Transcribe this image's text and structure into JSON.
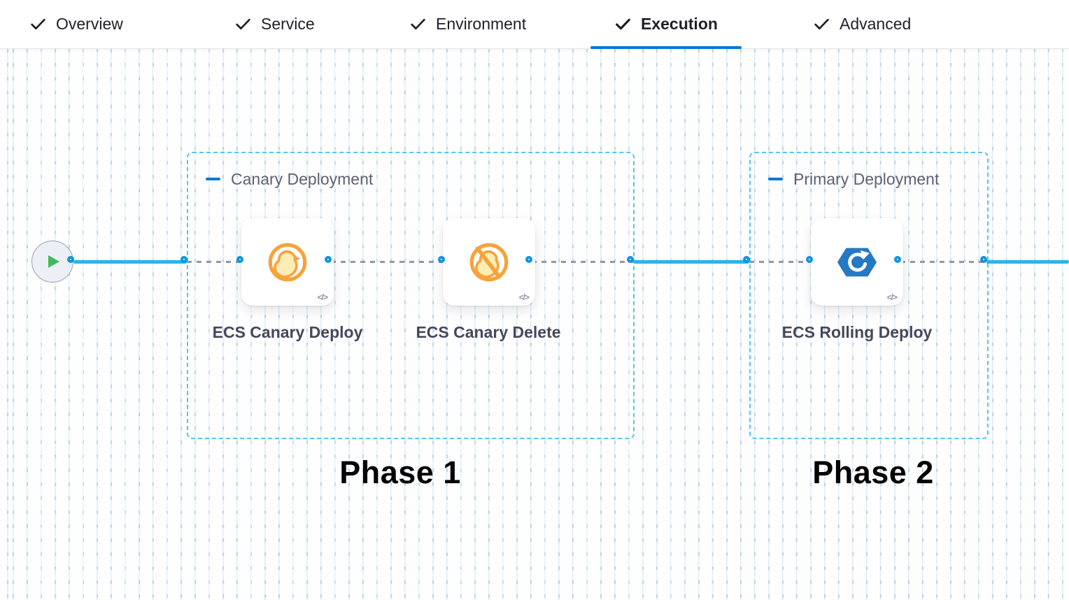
{
  "tabs": {
    "items": [
      {
        "label": "Overview",
        "checked": true,
        "active": false
      },
      {
        "label": "Service",
        "checked": true,
        "active": false
      },
      {
        "label": "Environment",
        "checked": true,
        "active": false
      },
      {
        "label": "Execution",
        "checked": true,
        "active": true
      },
      {
        "label": "Advanced",
        "checked": true,
        "active": false
      }
    ]
  },
  "pipeline": {
    "start_node": {
      "icon": "play-icon"
    },
    "groups": [
      {
        "label": "Canary Deployment",
        "phase_label": "Phase 1",
        "steps": [
          {
            "label": "ECS Canary Deploy",
            "icon": "ecs-canary-deploy-icon"
          },
          {
            "label": "ECS Canary Delete",
            "icon": "ecs-canary-delete-icon"
          }
        ]
      },
      {
        "label": "Primary Deployment",
        "phase_label": "Phase 2",
        "steps": [
          {
            "label": "ECS Rolling Deploy",
            "icon": "ecs-rolling-deploy-icon"
          }
        ]
      }
    ]
  },
  "ui": {
    "code_badge": "</>"
  },
  "colors": {
    "accent_blue": "#0278d5",
    "connector_blue": "#29b5ec",
    "connector_dash_gray": "#9297a9",
    "group_border_cyan": "#4fc6f0",
    "port_ring_blue": "#0f95e0",
    "canary_orange": "#f7a23b",
    "canary_fill": "#fcedb5",
    "ecs_blue": "#2579c3",
    "play_green": "#3fbb5a",
    "start_node_fill": "#edeff7"
  }
}
